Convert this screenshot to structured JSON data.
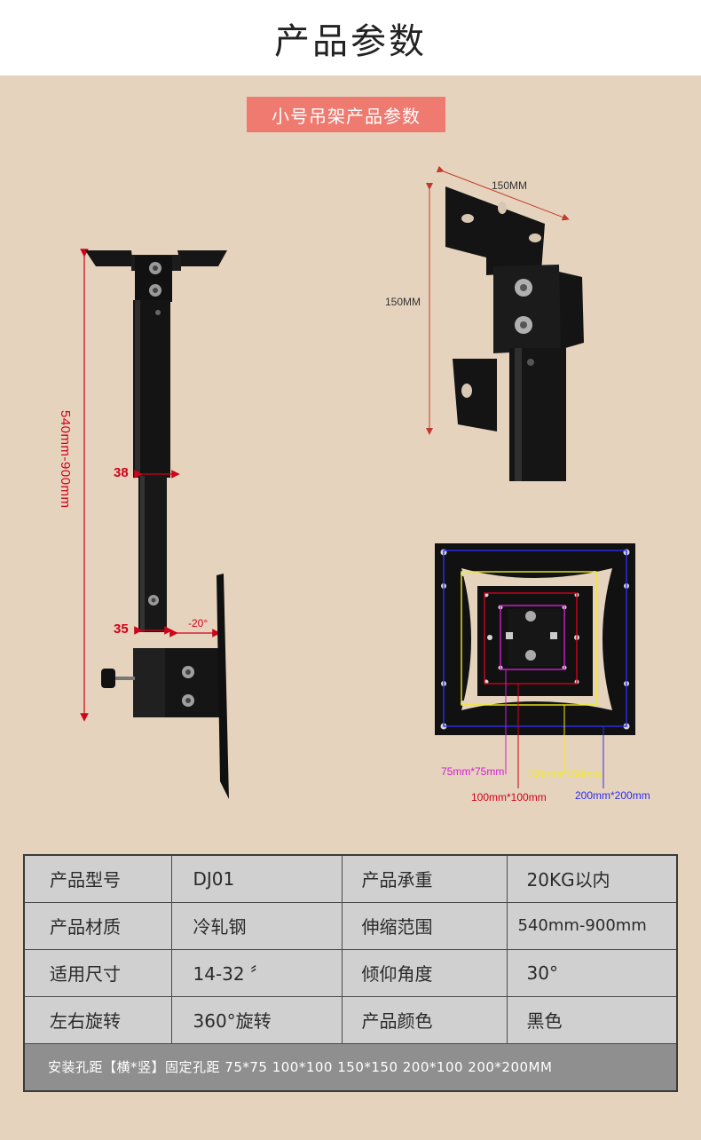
{
  "header": {
    "title": "产品参数"
  },
  "subtitle": "小号吊架产品参数",
  "dimensions": {
    "length_range": "540mm-900mm",
    "tube_top": "38",
    "tube_bottom": "35",
    "tilt_angle": "-20°",
    "bracket_width": "150MM",
    "bracket_height": "150MM"
  },
  "vesa_labels": {
    "v75": "75mm*75mm",
    "v100": "100mm*100mm",
    "v150": "150mm*150mm",
    "v200": "200mm*200mm"
  },
  "colors": {
    "red": "#d0021b",
    "magenta": "#d21ed2",
    "yellow": "#f2ea1e",
    "blue": "#2d2df0",
    "subtitle_bg": "#ef7a70"
  },
  "specs": {
    "rows": [
      {
        "label1": "产品型号",
        "value1": "DJ01",
        "label2": "产品承重",
        "value2": "20KG以内"
      },
      {
        "label1": "产品材质",
        "value1": "冷轧钢",
        "label2": "伸缩范围",
        "value2": "540mm-900mm"
      },
      {
        "label1": "适用尺寸",
        "value1": "14-32 〞",
        "label2": "倾仰角度",
        "value2": "30°"
      },
      {
        "label1": "左右旋转",
        "value1": "360°旋转",
        "label2": "产品颜色",
        "value2": "黑色"
      }
    ],
    "footer": "安装孔距【横*竖】固定孔距 75*75 100*100 150*150 200*100 200*200MM"
  }
}
